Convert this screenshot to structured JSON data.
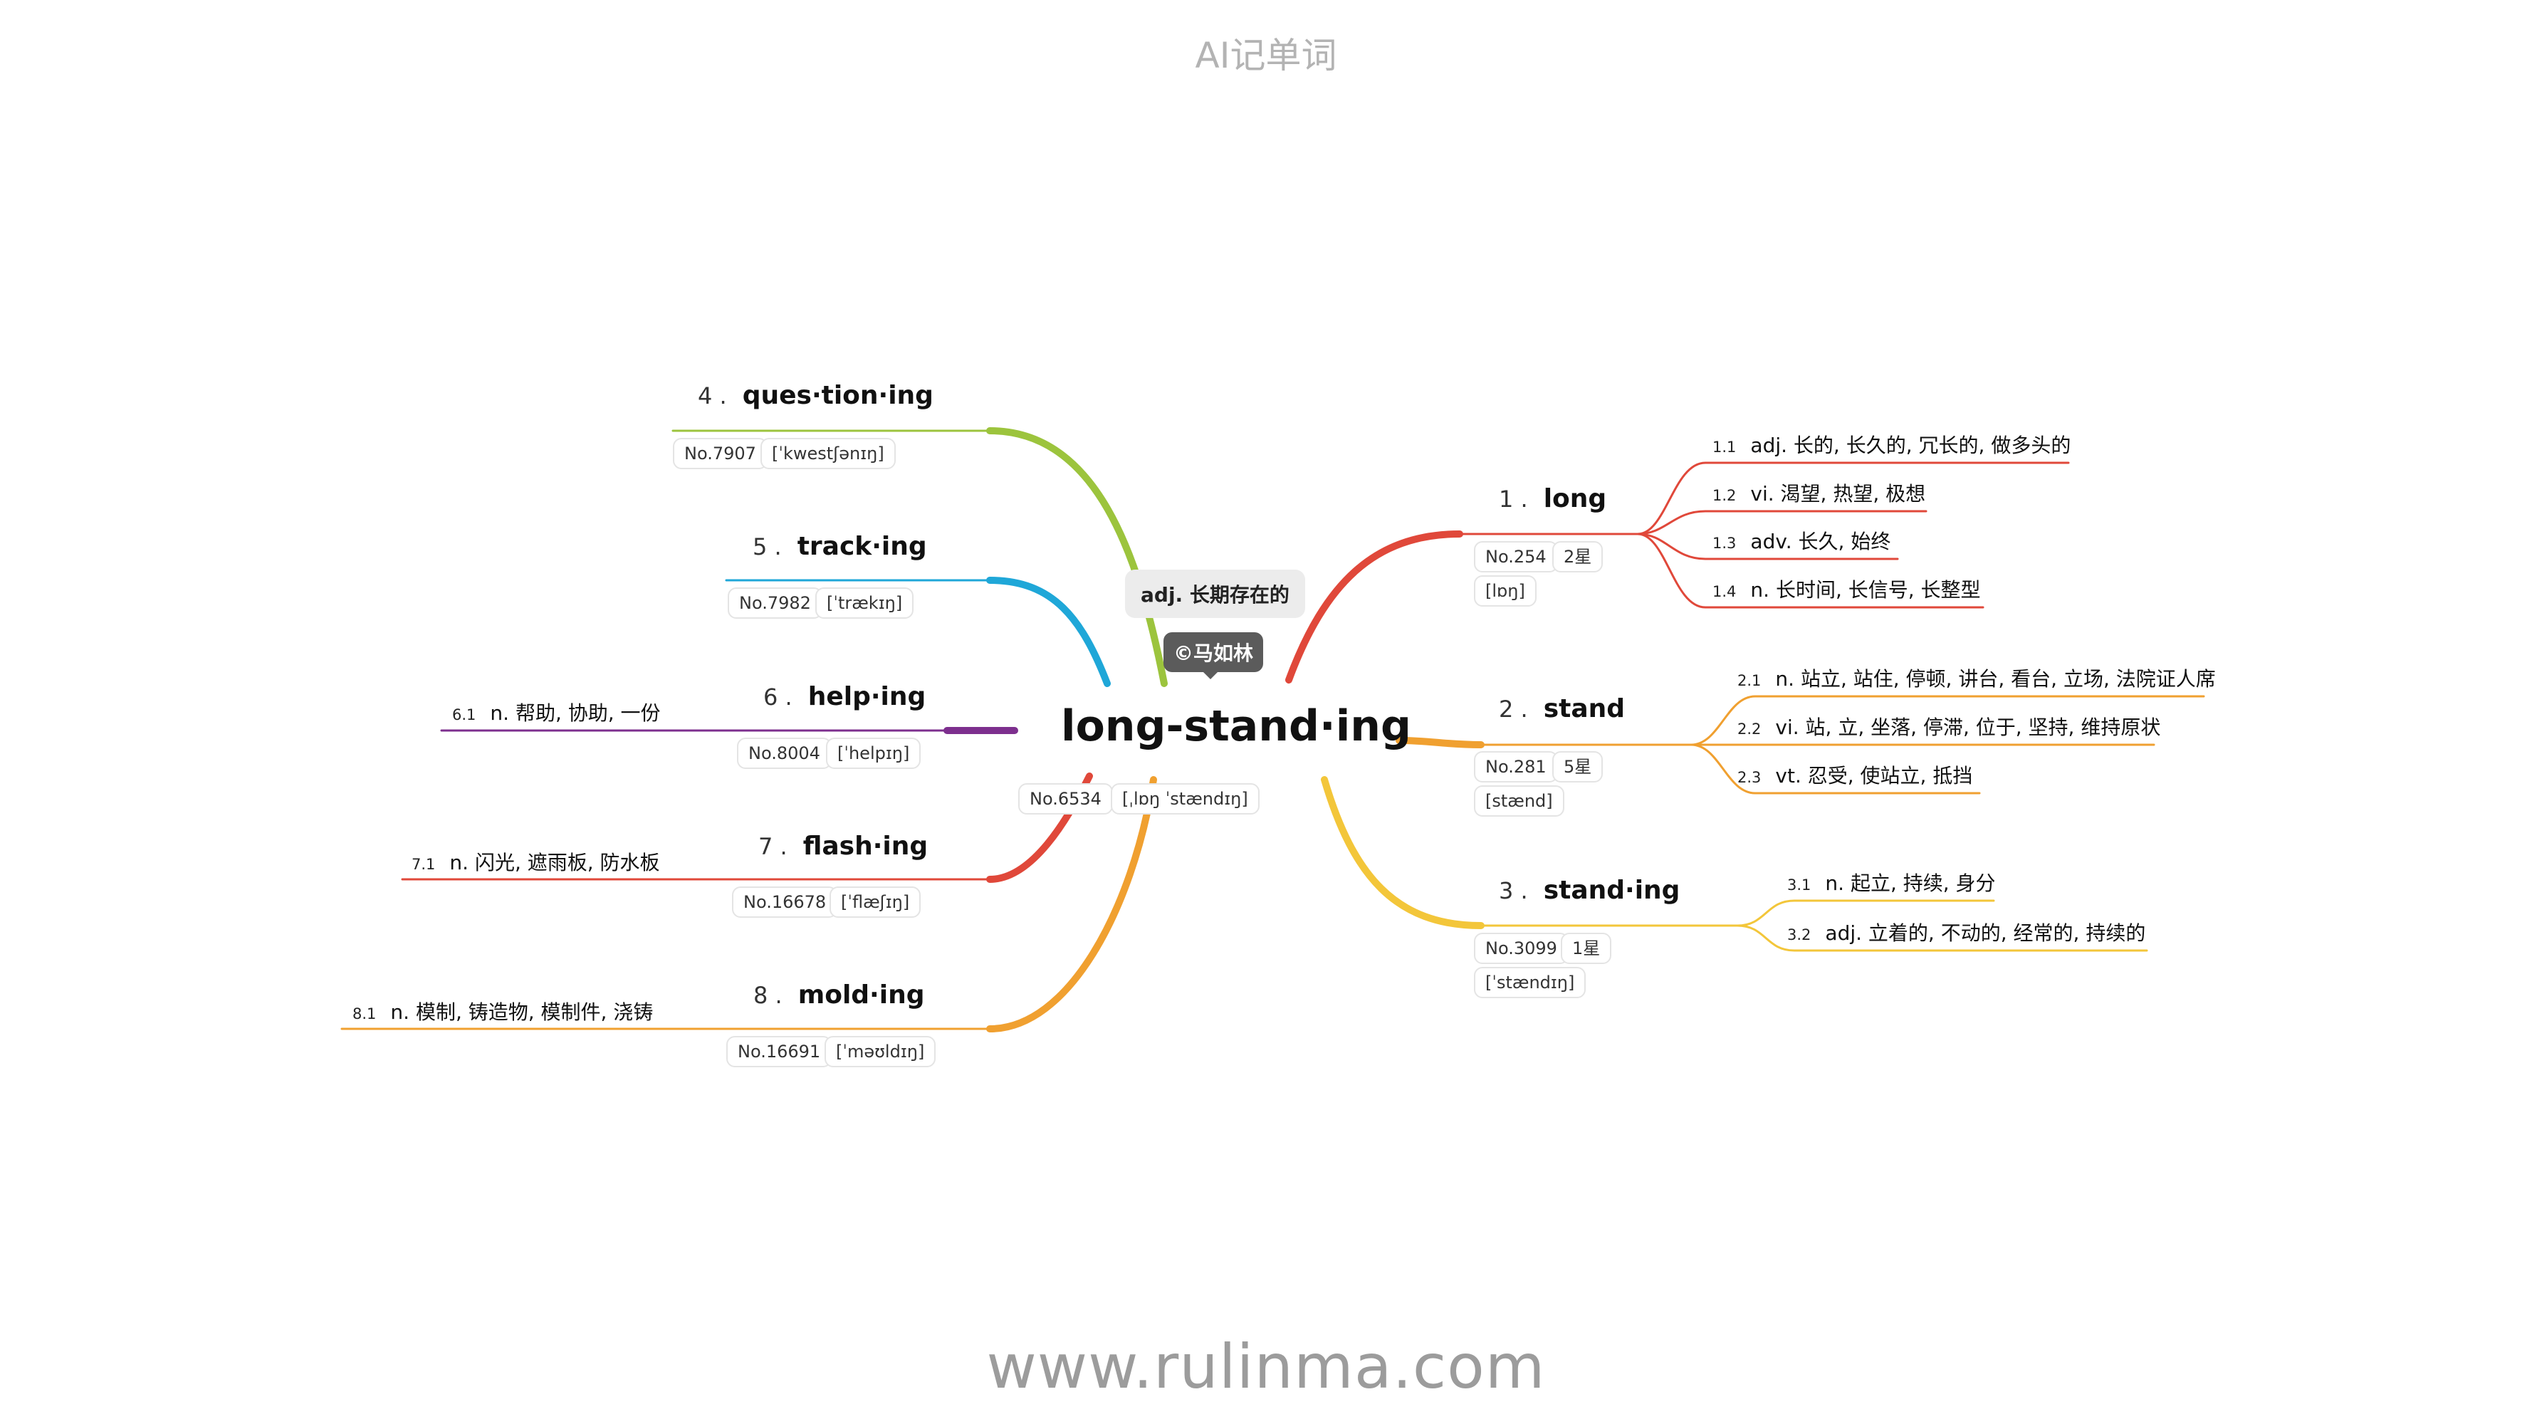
{
  "header": {
    "title": "AI记单词"
  },
  "footer": {
    "url": "www.rulinma.com"
  },
  "center": {
    "word": "long-stand·ing",
    "definition": "adj. 长期存在的",
    "author": "©马如林",
    "no": "No.6534",
    "phonetic": "[ˌlɒŋ ˈstændɪŋ]"
  },
  "branches": [
    {
      "num": "1 .",
      "word": "long",
      "no": "No.254",
      "stars": "2星",
      "phonetic": "[lɒŋ]",
      "color": "#e0483a",
      "defs": [
        {
          "idx": "1.1",
          "text": "adj. 长的, 长久的, 冗长的, 做多头的"
        },
        {
          "idx": "1.2",
          "text": "vi. 渴望, 热望, 极想"
        },
        {
          "idx": "1.3",
          "text": "adv. 长久, 始终"
        },
        {
          "idx": "1.4",
          "text": "n. 长时间, 长信号, 长整型"
        }
      ]
    },
    {
      "num": "2 .",
      "word": "stand",
      "no": "No.281",
      "stars": "5星",
      "phonetic": "[stænd]",
      "color": "#f0a030",
      "defs": [
        {
          "idx": "2.1",
          "text": "n. 站立, 站住, 停顿, 讲台, 看台, 立场, 法院证人席"
        },
        {
          "idx": "2.2",
          "text": "vi. 站, 立, 坐落, 停滞, 位于, 坚持, 维持原状"
        },
        {
          "idx": "2.3",
          "text": "vt. 忍受, 使站立, 抵挡"
        }
      ]
    },
    {
      "num": "3 .",
      "word": "stand·ing",
      "no": "No.3099",
      "stars": "1星",
      "phonetic": "[ˈstændɪŋ]",
      "color": "#f3c63a",
      "defs": [
        {
          "idx": "3.1",
          "text": "n. 起立, 持续, 身分"
        },
        {
          "idx": "3.2",
          "text": "adj. 立着的, 不动的, 经常的, 持续的"
        }
      ]
    },
    {
      "num": "4 .",
      "word": "ques·tion·ing",
      "no": "No.7907",
      "phonetic": "[ˈkwestʃənɪŋ]",
      "color": "#9cc43d",
      "defs": []
    },
    {
      "num": "5 .",
      "word": "track·ing",
      "no": "No.7982",
      "phonetic": "[ˈtrækɪŋ]",
      "color": "#1fa7d8",
      "defs": []
    },
    {
      "num": "6 .",
      "word": "help·ing",
      "no": "No.8004",
      "phonetic": "[ˈhelpɪŋ]",
      "color": "#7d2f8e",
      "defs": [
        {
          "idx": "6.1",
          "text": "n. 帮助, 协助, 一份"
        }
      ]
    },
    {
      "num": "7 .",
      "word": "flash·ing",
      "no": "No.16678",
      "phonetic": "[ˈflæʃɪŋ]",
      "color": "#e0483a",
      "defs": [
        {
          "idx": "7.1",
          "text": "n. 闪光, 遮雨板, 防水板"
        }
      ]
    },
    {
      "num": "8 .",
      "word": "mold·ing",
      "no": "No.16691",
      "phonetic": "[ˈməʊldɪŋ]",
      "color": "#f0a030",
      "defs": [
        {
          "idx": "8.1",
          "text": "n. 模制, 铸造物, 模制件, 浇铸"
        }
      ]
    }
  ]
}
